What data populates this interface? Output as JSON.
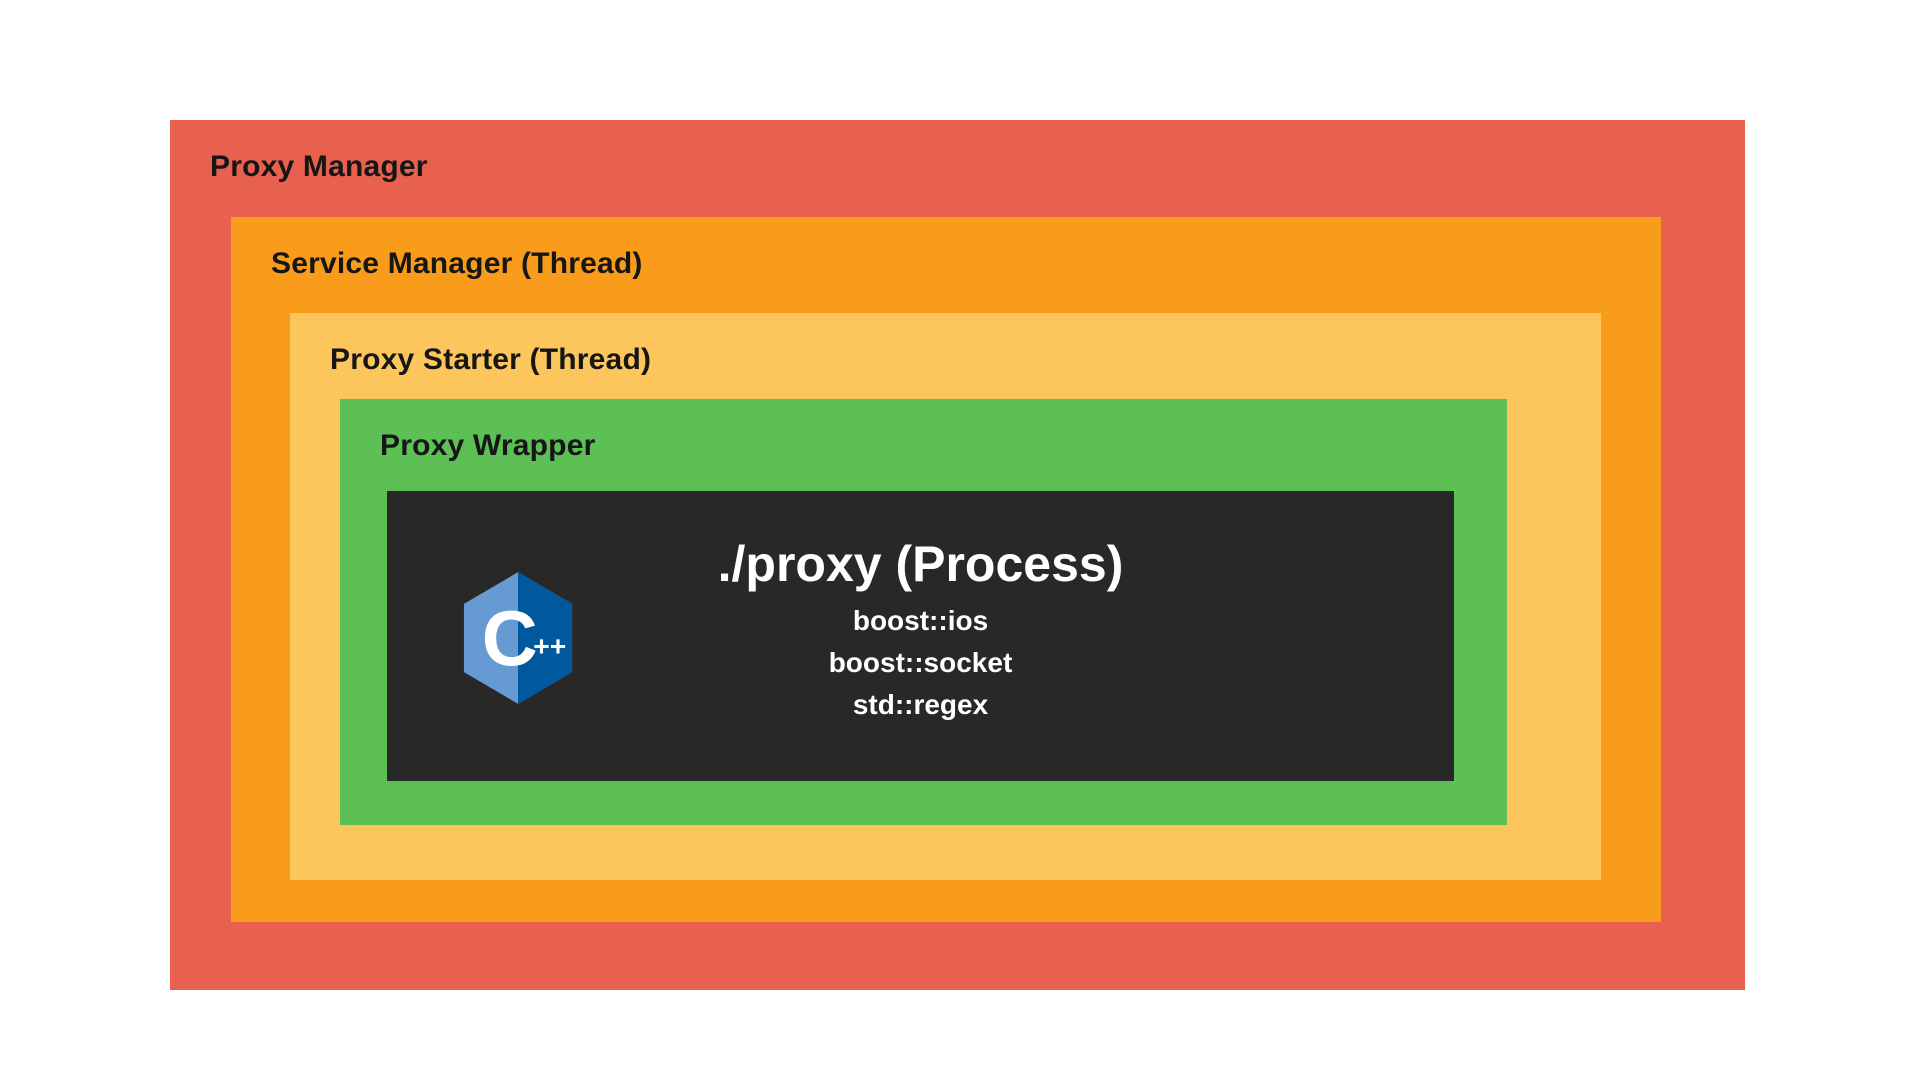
{
  "diagram": {
    "background": "#ffffff",
    "layers": [
      {
        "label": "Proxy Manager",
        "color": "#e8614e"
      },
      {
        "label": "Service Manager (Thread)",
        "color": "#f99c1b"
      },
      {
        "label": "Proxy Starter (Thread)",
        "color": "#fcc65d"
      },
      {
        "label": "Proxy Wrapper",
        "color": "#5cc055"
      }
    ],
    "process": {
      "title": "./proxy (Process)",
      "libraries": [
        "boost::ios",
        "boost::socket",
        "std::regex"
      ],
      "background": "#282828",
      "icon": "cpp-logo",
      "icon_colors": {
        "light": "#659ad2",
        "dark": "#00599c",
        "text": "#ffffff"
      }
    }
  }
}
